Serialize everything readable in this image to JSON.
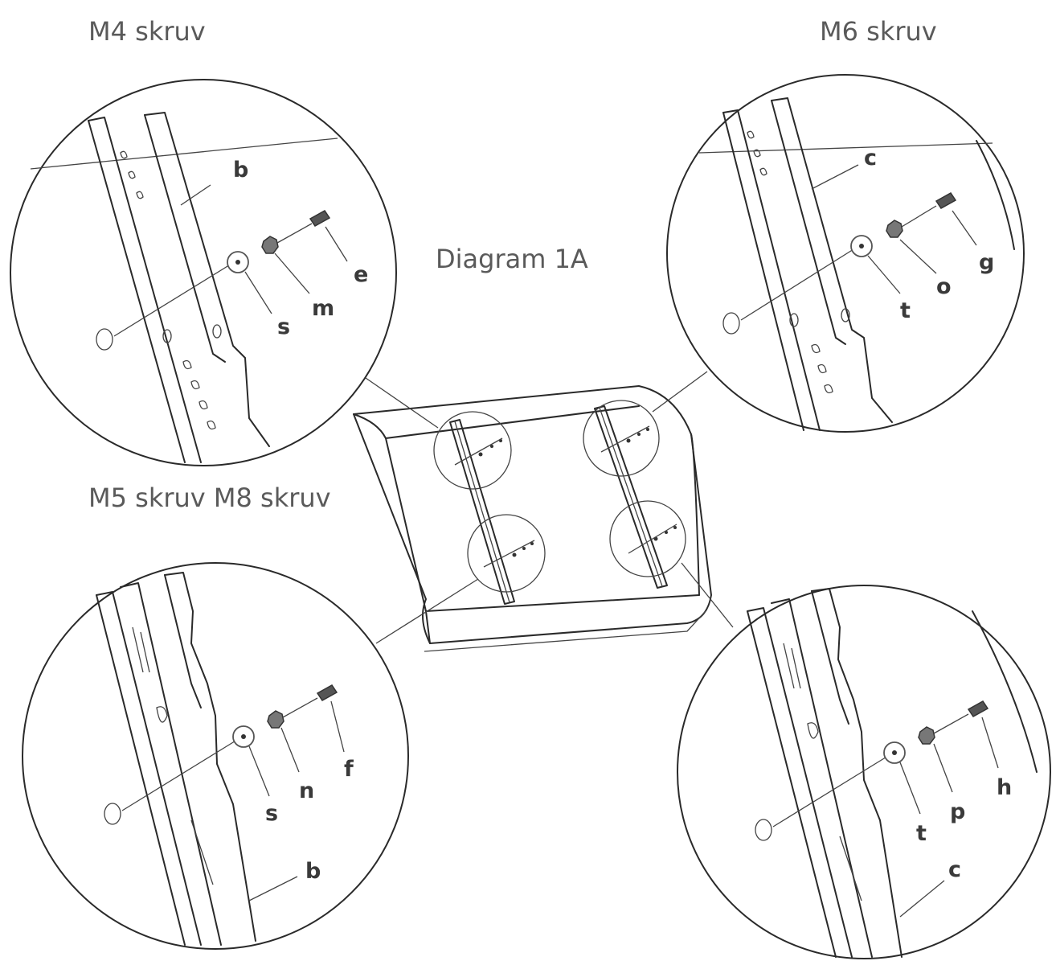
{
  "captions": {
    "top_left": "M4 skruv",
    "top_right": "M6 skruv",
    "center": "Diagram 1A",
    "bottom_left": "M5 skruv M8 skruv"
  },
  "callouts": {
    "top_left": {
      "bracket": "b",
      "washer": "s",
      "lock_washer": "m",
      "screw": "e"
    },
    "top_right": {
      "bracket": "c",
      "washer": "t",
      "lock_washer": "o",
      "screw": "g"
    },
    "bottom_left": {
      "bracket": "b",
      "washer": "s",
      "lock_washer": "n",
      "screw": "f"
    },
    "bottom_right": {
      "bracket": "c",
      "washer": "t",
      "lock_washer": "p",
      "screw": "h"
    }
  },
  "colors": {
    "line": "#2a2a2a",
    "caption": "#5a5a5a",
    "label": "#3a3a3a"
  }
}
